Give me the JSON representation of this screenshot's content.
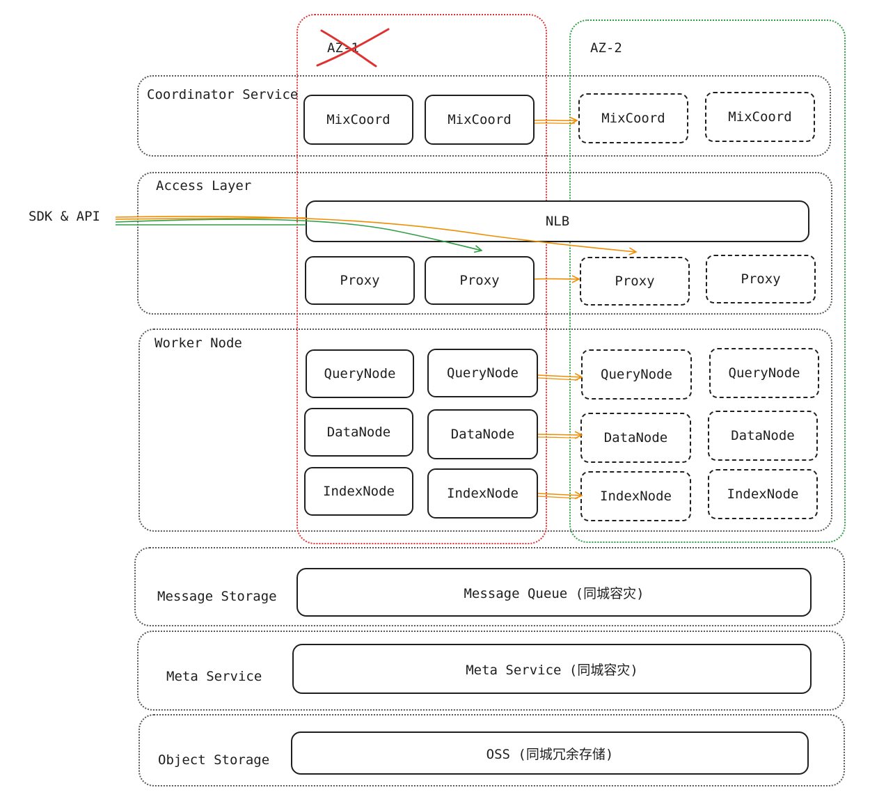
{
  "zones": {
    "az1": "AZ-1",
    "az2": "AZ-2"
  },
  "layers": {
    "coordinator": "Coordinator Service",
    "access": "Access Layer",
    "worker": "Worker Node",
    "message": "Message Storage",
    "meta": "Meta Service",
    "object": "Object Storage"
  },
  "client": "SDK & API",
  "nodes": {
    "mixcoord": "MixCoord",
    "nlb": "NLB",
    "proxy": "Proxy",
    "querynode": "QueryNode",
    "datanode": "DataNode",
    "indexnode": "IndexNode"
  },
  "storage": {
    "message_queue": "Message Queue (同城容灾)",
    "meta_service": "Meta Service (同城容灾)",
    "oss": "OSS (同城冗余存储)"
  },
  "colors": {
    "failed_zone": "#e03131",
    "standby_zone": "#2f9e44",
    "failover_arrow": "#f08c00",
    "original_arrow": "#2f9e44",
    "cross_mark": "#e03131"
  }
}
